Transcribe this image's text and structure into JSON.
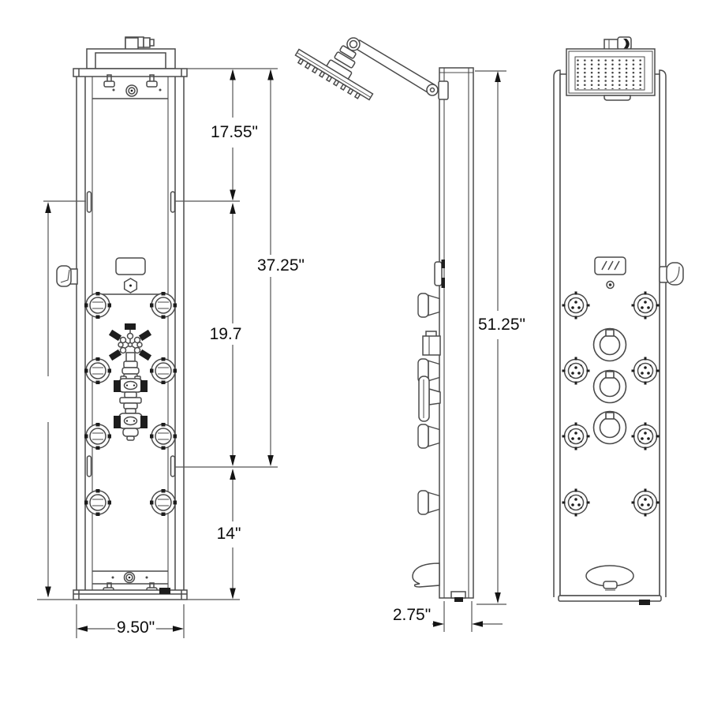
{
  "dims": {
    "top_section": "17.55\"",
    "upper_total": "37.25\"",
    "jet_section": "19.7",
    "bottom_section": "14\"",
    "panel_width": "9.50\"",
    "overall_height": "51.25\"",
    "panel_depth": "2.75\""
  },
  "colors": {
    "line": "#4a4a4a",
    "dark_detail": "#1d1d1d",
    "text": "#0d0d0d",
    "background": "#ffffff"
  }
}
